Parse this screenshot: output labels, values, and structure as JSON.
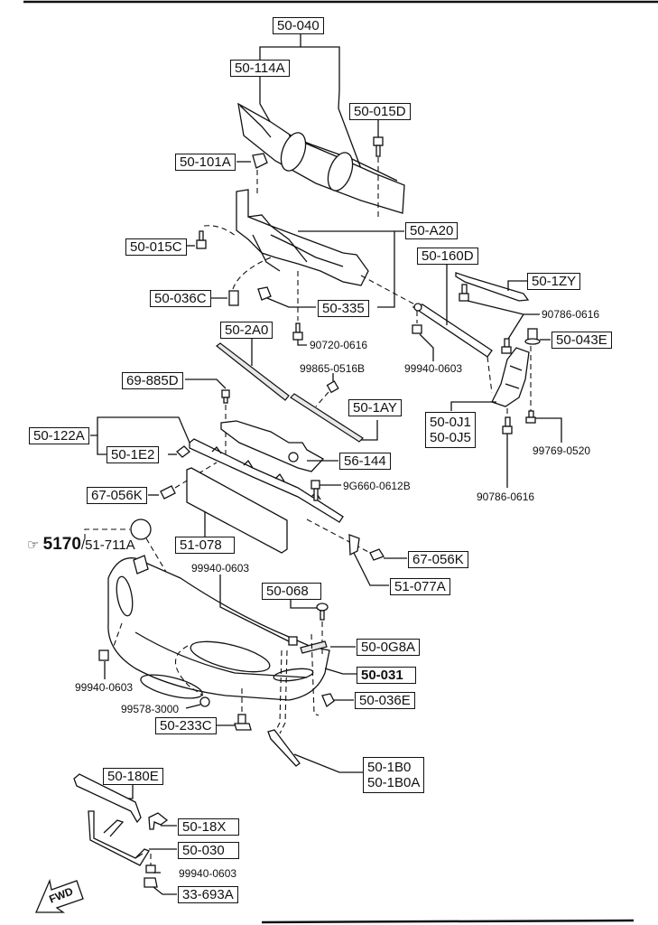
{
  "title": "Front bumper / radiator support exploded parts diagram",
  "boxed_labels": {
    "p50_040": "50-040",
    "p50_114A": "50-114A",
    "p50_015D": "50-015D",
    "p50_101A": "50-101A",
    "p50_A20": "50-A20",
    "p50_015C": "50-015C",
    "p50_160D": "50-160D",
    "p50_1ZY": "50-1ZY",
    "p50_036C": "50-036C",
    "p50_335": "50-335",
    "p50_043E": "50-043E",
    "p50_2A0": "50-2A0",
    "p69_885D": "69-885D",
    "p50_1AY": "50-1AY",
    "p50_0J1": "50-0J1",
    "p50_0J5": "50-0J5",
    "p50_122A": "50-122A",
    "p50_1E2": "50-1E2",
    "p56_144": "56-144",
    "p67_056K_left": "67-056K",
    "p51_078": "51-078",
    "p67_056K_right": "67-056K",
    "p51_077A": "51-077A",
    "p50_068": "50-068",
    "p50_0G8A": "50-0G8A",
    "p50_031": "50-031",
    "p50_036E": "50-036E",
    "p50_233C": "50-233C",
    "p50_1B0": "50-1B0",
    "p50_1B0A": "50-1B0A",
    "p50_180E": "50-180E",
    "p50_18X": "50-18X",
    "p50_030": "50-030",
    "p33_693A": "33-693A"
  },
  "plain_labels": {
    "n90786_0616_top": "90786-0616",
    "n90720_0616": "90720-0616",
    "n99940_0603_strut": "99940-0603",
    "n99865_0516B": "99865-0516B",
    "n99769_0520": "99769-0520",
    "n90786_0616_bottom": "90786-0616",
    "n9G660_0612B": "9G660-0612B",
    "n99940_0603_mid": "99940-0603",
    "n99940_0603_left": "99940-0603",
    "n99578_3000": "99578-3000",
    "n99940_0603_bottom": "99940-0603"
  },
  "reference": {
    "icon": "pointing-hand-icon",
    "glyph": "☞",
    "section": "5170",
    "part": "/51-711A"
  },
  "fwd_arrow": {
    "icon": "forward-arrow-icon",
    "label": "FWD"
  }
}
